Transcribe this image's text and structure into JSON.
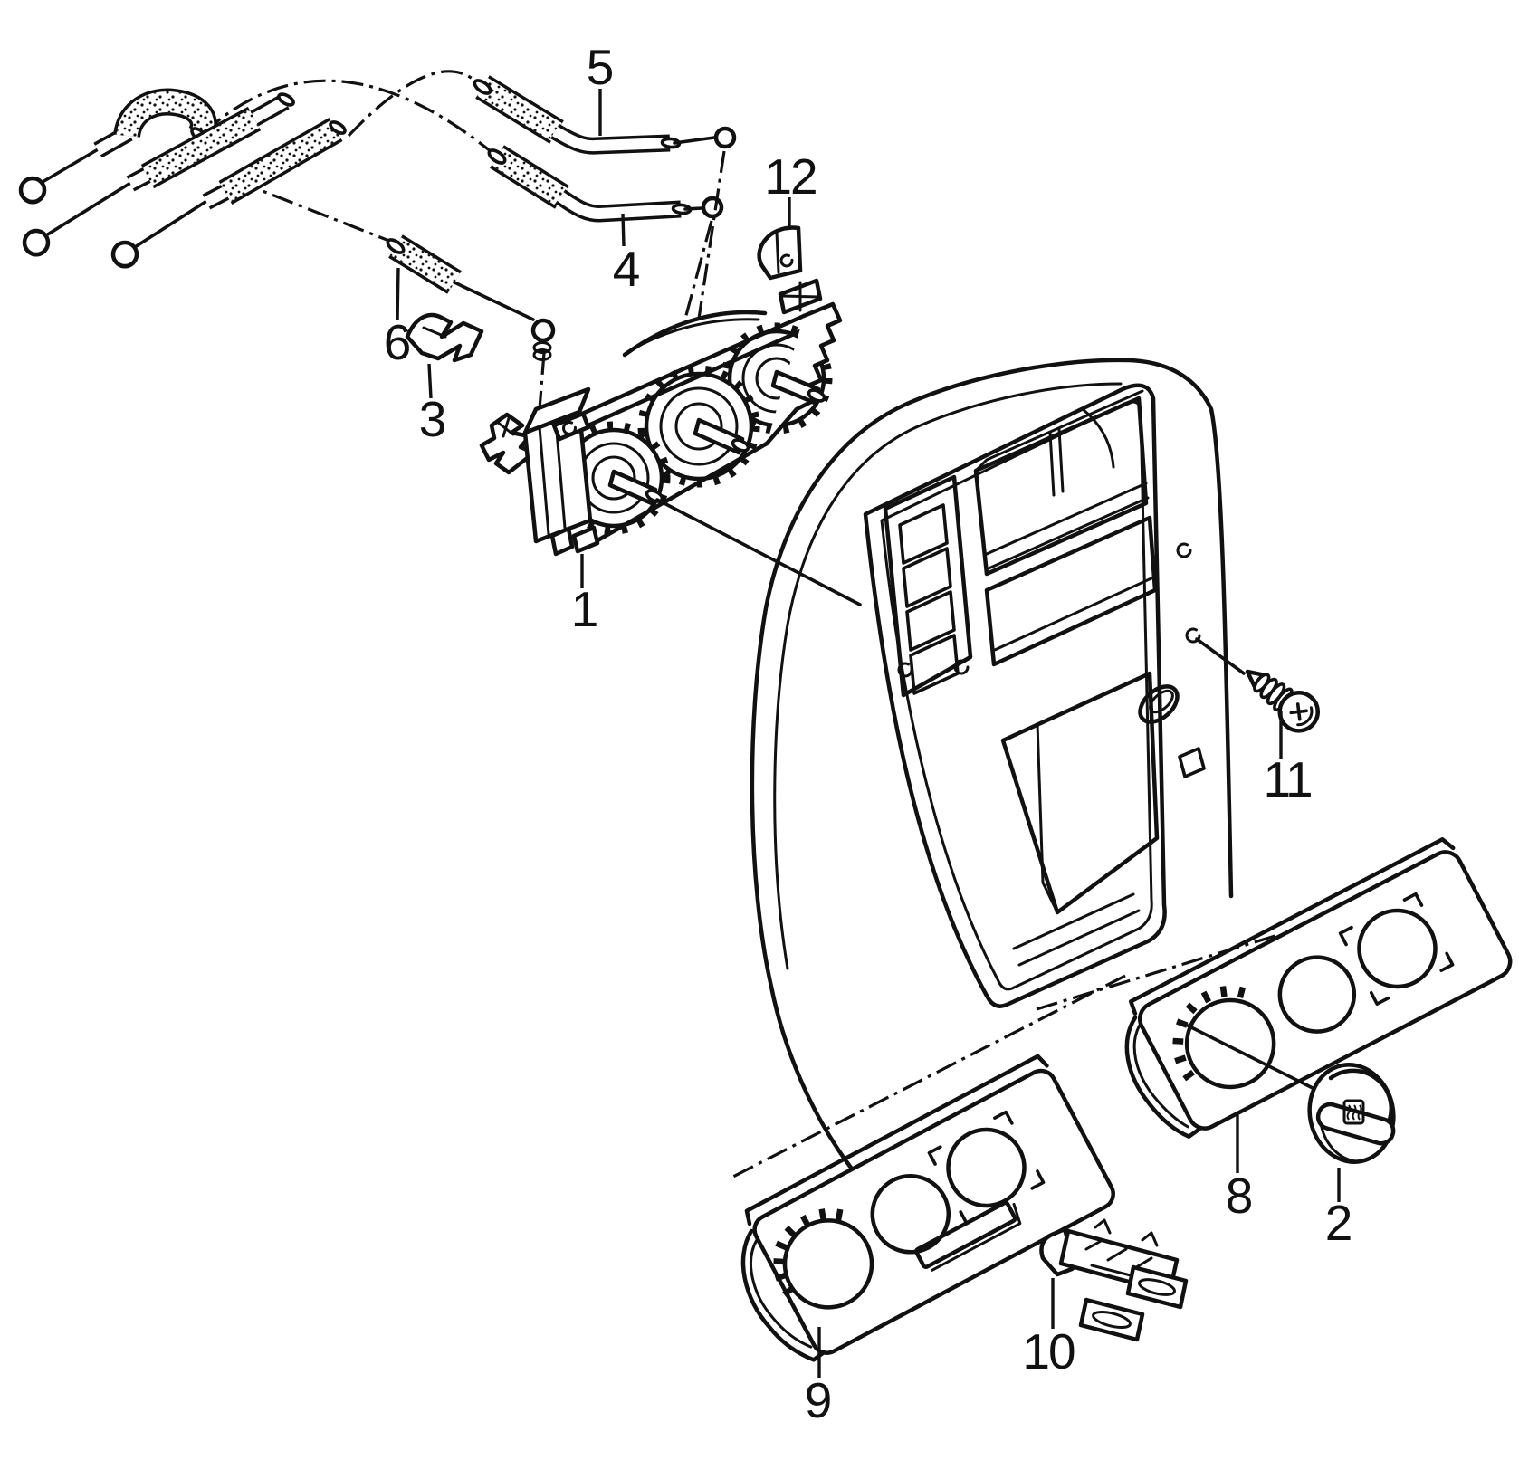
{
  "diagram": {
    "kind": "exploded-parts-diagram",
    "background_color": "#ffffff",
    "line_color": "#111111"
  },
  "icons": {
    "knob_symbol": "rear-window-defrost-icon"
  },
  "callouts": [
    {
      "label": "1"
    },
    {
      "label": "2"
    },
    {
      "label": "3"
    },
    {
      "label": "4"
    },
    {
      "label": "5"
    },
    {
      "label": "6"
    },
    {
      "label": "8"
    },
    {
      "label": "9"
    },
    {
      "label": "10"
    },
    {
      "label": "11"
    },
    {
      "label": "12"
    }
  ]
}
